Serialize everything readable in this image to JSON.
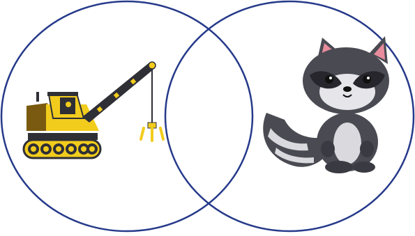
{
  "diagram": {
    "type": "venn",
    "sets": [
      {
        "id": "left",
        "illustration": "crane-icon"
      },
      {
        "id": "right",
        "illustration": "raccoon-icon"
      }
    ],
    "intersection": {
      "content": ""
    },
    "colors": {
      "circle_stroke": "#263a8a",
      "crane_yellow": "#f2cc1d",
      "crane_dark": "#2f2f36",
      "raccoon_gray": "#4a4a52",
      "raccoon_light": "#d9d9de",
      "raccoon_ear_pink": "#e88c9c"
    }
  }
}
